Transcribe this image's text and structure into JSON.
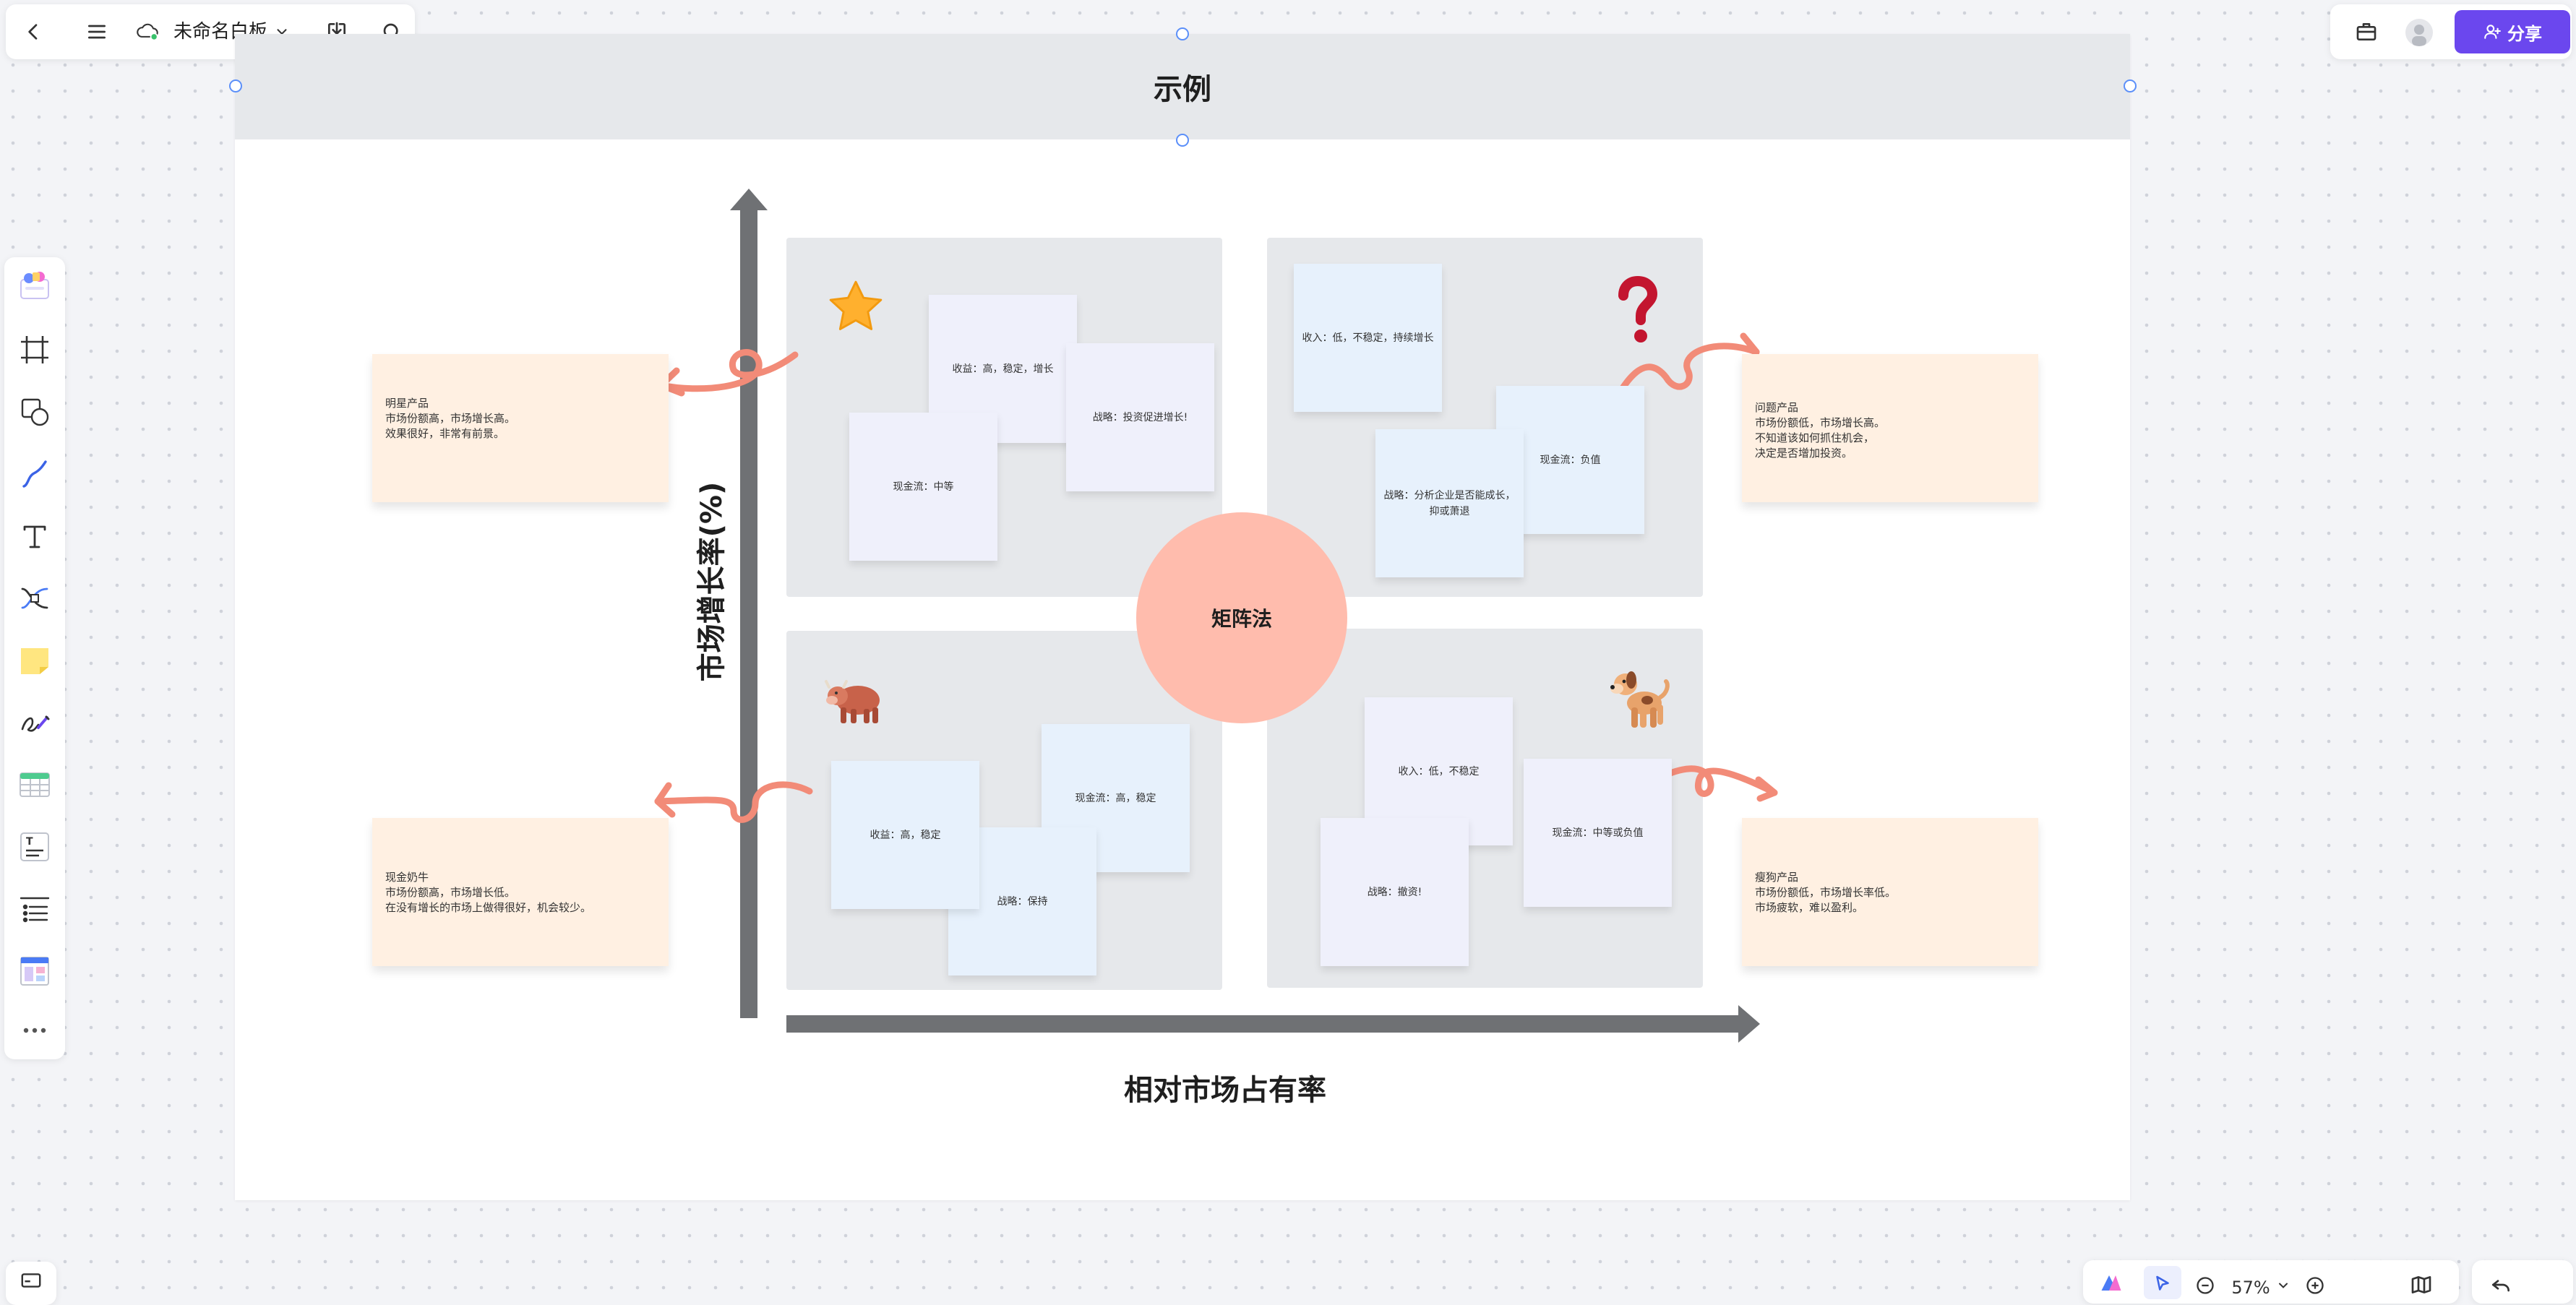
{
  "header": {
    "title": "未命名白板",
    "icons": [
      "back-icon",
      "menu-icon",
      "cloud-saved-icon",
      "chevron-down-icon",
      "download-icon",
      "search-icon"
    ]
  },
  "top_right": {
    "share_label": "分享",
    "icons": [
      "briefcase-icon",
      "avatar",
      "add-user-icon"
    ]
  },
  "left_toolbar": {
    "tools": [
      "templates",
      "frame",
      "shapes",
      "pen-curve",
      "text",
      "connector",
      "sticky-note",
      "brush",
      "table",
      "text-block",
      "list",
      "layout"
    ]
  },
  "bottom": {
    "zoom_label": "57%"
  },
  "frame": {
    "title": "示例"
  },
  "matrix": {
    "center_label": "矩阵法",
    "y_axis_label": "市场增长率(%)",
    "x_axis_label": "相对市场占有率",
    "quadrants": {
      "top_left": {
        "icon": "star-icon",
        "stickies": [
          "收益：高，稳定，增长",
          "战略：投资促进增长!",
          "现金流：中等"
        ]
      },
      "top_right": {
        "icon": "question-mark-icon",
        "stickies": [
          "收入：低，不稳定，持续增长",
          "现金流：负值",
          "战略：分析企业是否能成长，抑或萧退"
        ]
      },
      "bottom_left": {
        "icon": "cow-icon",
        "stickies": [
          "收益：高，稳定",
          "现金流：高，稳定",
          "战略：保持"
        ]
      },
      "bottom_right": {
        "icon": "dog-icon",
        "stickies": [
          "收入：低，不稳定",
          "现金流：中等或负值",
          "战略：撤资!"
        ]
      }
    },
    "notes": {
      "star": [
        "明星产品",
        "市场份额高，市场增长高。",
        "效果很好，非常有前景。"
      ],
      "question": [
        "问题产品",
        "市场份额低，市场增长高。",
        "不知道该如何抓住机会，",
        "决定是否增加投资。"
      ],
      "cow": [
        "现金奶牛",
        "市场份额高，市场增长低。",
        "在没有增长的市场上做得很好，机会较少。"
      ],
      "dog": [
        "瘦狗产品",
        "市场份额低，市场增长率低。",
        "市场疲软，难以盈利。"
      ]
    }
  },
  "colors": {
    "accent": "#6b47ee",
    "axis": "#6f7174",
    "arrow": "#f28b78",
    "circle": "#ffbcad",
    "note": "#fff0e2"
  }
}
